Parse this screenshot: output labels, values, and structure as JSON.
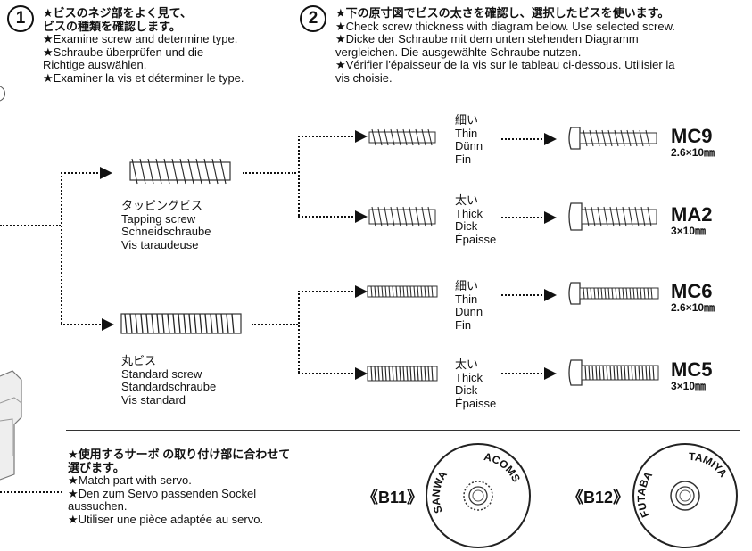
{
  "step1": {
    "number": "1",
    "lines": [
      "★ビスのネジ部をよく見て、",
      "ビスの種類を確認します。",
      "★Examine screw and determine type.",
      "★Schraube überprüfen und die",
      "Richtige auswählen.",
      "★Examiner la vis et déterminer le type."
    ]
  },
  "step2": {
    "number": "2",
    "lines": [
      "★下の原寸図でビスの太さを確認し、選択したビスを使います。",
      "★Check screw thickness with diagram below. Use selected screw.",
      "★Dicke der Schraube mit dem unten stehenden Diagramm",
      "vergleichen. Die ausgewählte Schraube nutzen.",
      "★Vérifier l'épaisseur de la vis sur le tableau ci-dessous. Utilisier la",
      "vis choisie."
    ]
  },
  "screw_types": {
    "tapping": [
      "タッピングビス",
      "Tapping screw",
      "Schneidschraube",
      "Vis taraudeuse"
    ],
    "standard": [
      "丸ビス",
      "Standard screw",
      "Standardschraube",
      "Vis standard"
    ]
  },
  "thickness": {
    "thin": [
      "細い",
      "Thin",
      "Dünn",
      "Fin"
    ],
    "thick": [
      "太い",
      "Thick",
      "Dick",
      "Épaisse"
    ]
  },
  "results": [
    {
      "code": "MC9",
      "size": "2.6×10㎜"
    },
    {
      "code": "MA2",
      "size": "3×10㎜"
    },
    {
      "code": "MC6",
      "size": "2.6×10㎜"
    },
    {
      "code": "MC5",
      "size": "3×10㎜"
    }
  ],
  "servo": {
    "lines": [
      "★使用するサーボ の取り付け部に合わせて",
      "選びます。",
      "★Match part with servo.",
      "★Den zum Servo passenden Sockel",
      "aussuchen.",
      "★Utiliser une pièce adaptée au servo."
    ],
    "b11": {
      "label": "《B11》",
      "brand_left": "SANWA",
      "brand_right": "ACOMS"
    },
    "b12": {
      "label": "《B12》",
      "brand_left": "FUTABA",
      "brand_right": "TAMIYA"
    }
  }
}
